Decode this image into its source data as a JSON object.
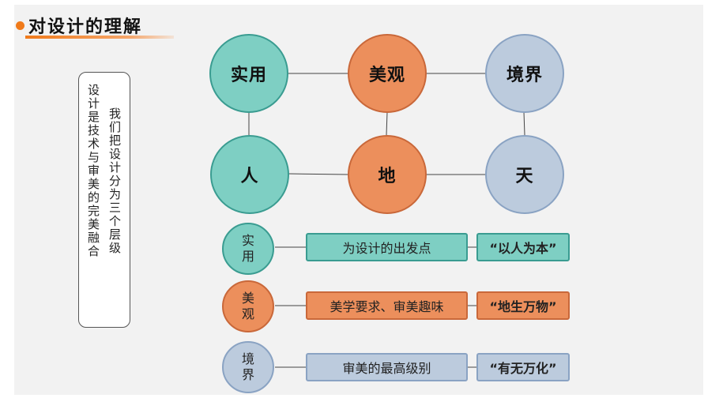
{
  "title": "对设计的理解",
  "side_text": {
    "col1": "设计是技术与审美的完美融合",
    "col2": "我们把设计分为三个层级"
  },
  "grid": {
    "top": [
      "实用",
      "美观",
      "境界"
    ],
    "bottom": [
      "人",
      "地",
      "天"
    ]
  },
  "levels": [
    {
      "label_line1": "实",
      "label_line2": "用",
      "desc": "为设计的出发点",
      "quote": "“以人为本”"
    },
    {
      "label_line1": "美",
      "label_line2": "观",
      "desc": "美学要求、审美趣味",
      "quote": "“地生万物”"
    },
    {
      "label_line1": "境",
      "label_line2": "界",
      "desc": "审美的最高级别",
      "quote": "“有无万化”"
    }
  ],
  "colors": {
    "accent": "#f07a1a",
    "teal": "#7ecfc3",
    "orange": "#ec8f5c",
    "blue": "#bccbdd"
  }
}
